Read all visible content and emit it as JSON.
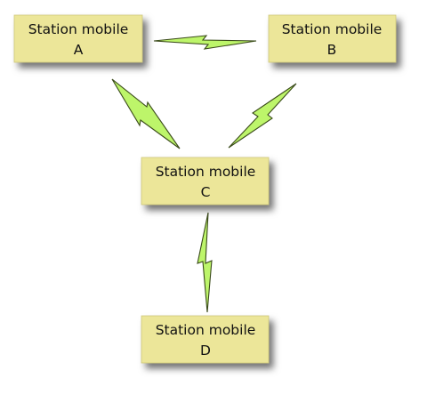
{
  "nodes": [
    {
      "id": "A",
      "line1": "Station mobile",
      "line2": "A"
    },
    {
      "id": "B",
      "line1": "Station mobile",
      "line2": "B"
    },
    {
      "id": "C",
      "line1": "Station mobile",
      "line2": "C"
    },
    {
      "id": "D",
      "line1": "Station mobile",
      "line2": "D"
    }
  ],
  "links": [
    {
      "from": "A",
      "to": "B"
    },
    {
      "from": "A",
      "to": "C"
    },
    {
      "from": "B",
      "to": "C"
    },
    {
      "from": "C",
      "to": "D"
    }
  ],
  "colors": {
    "node_fill": "#ece699",
    "bolt_fill": "#bdf56a",
    "bolt_stroke": "#3a4a1a"
  }
}
